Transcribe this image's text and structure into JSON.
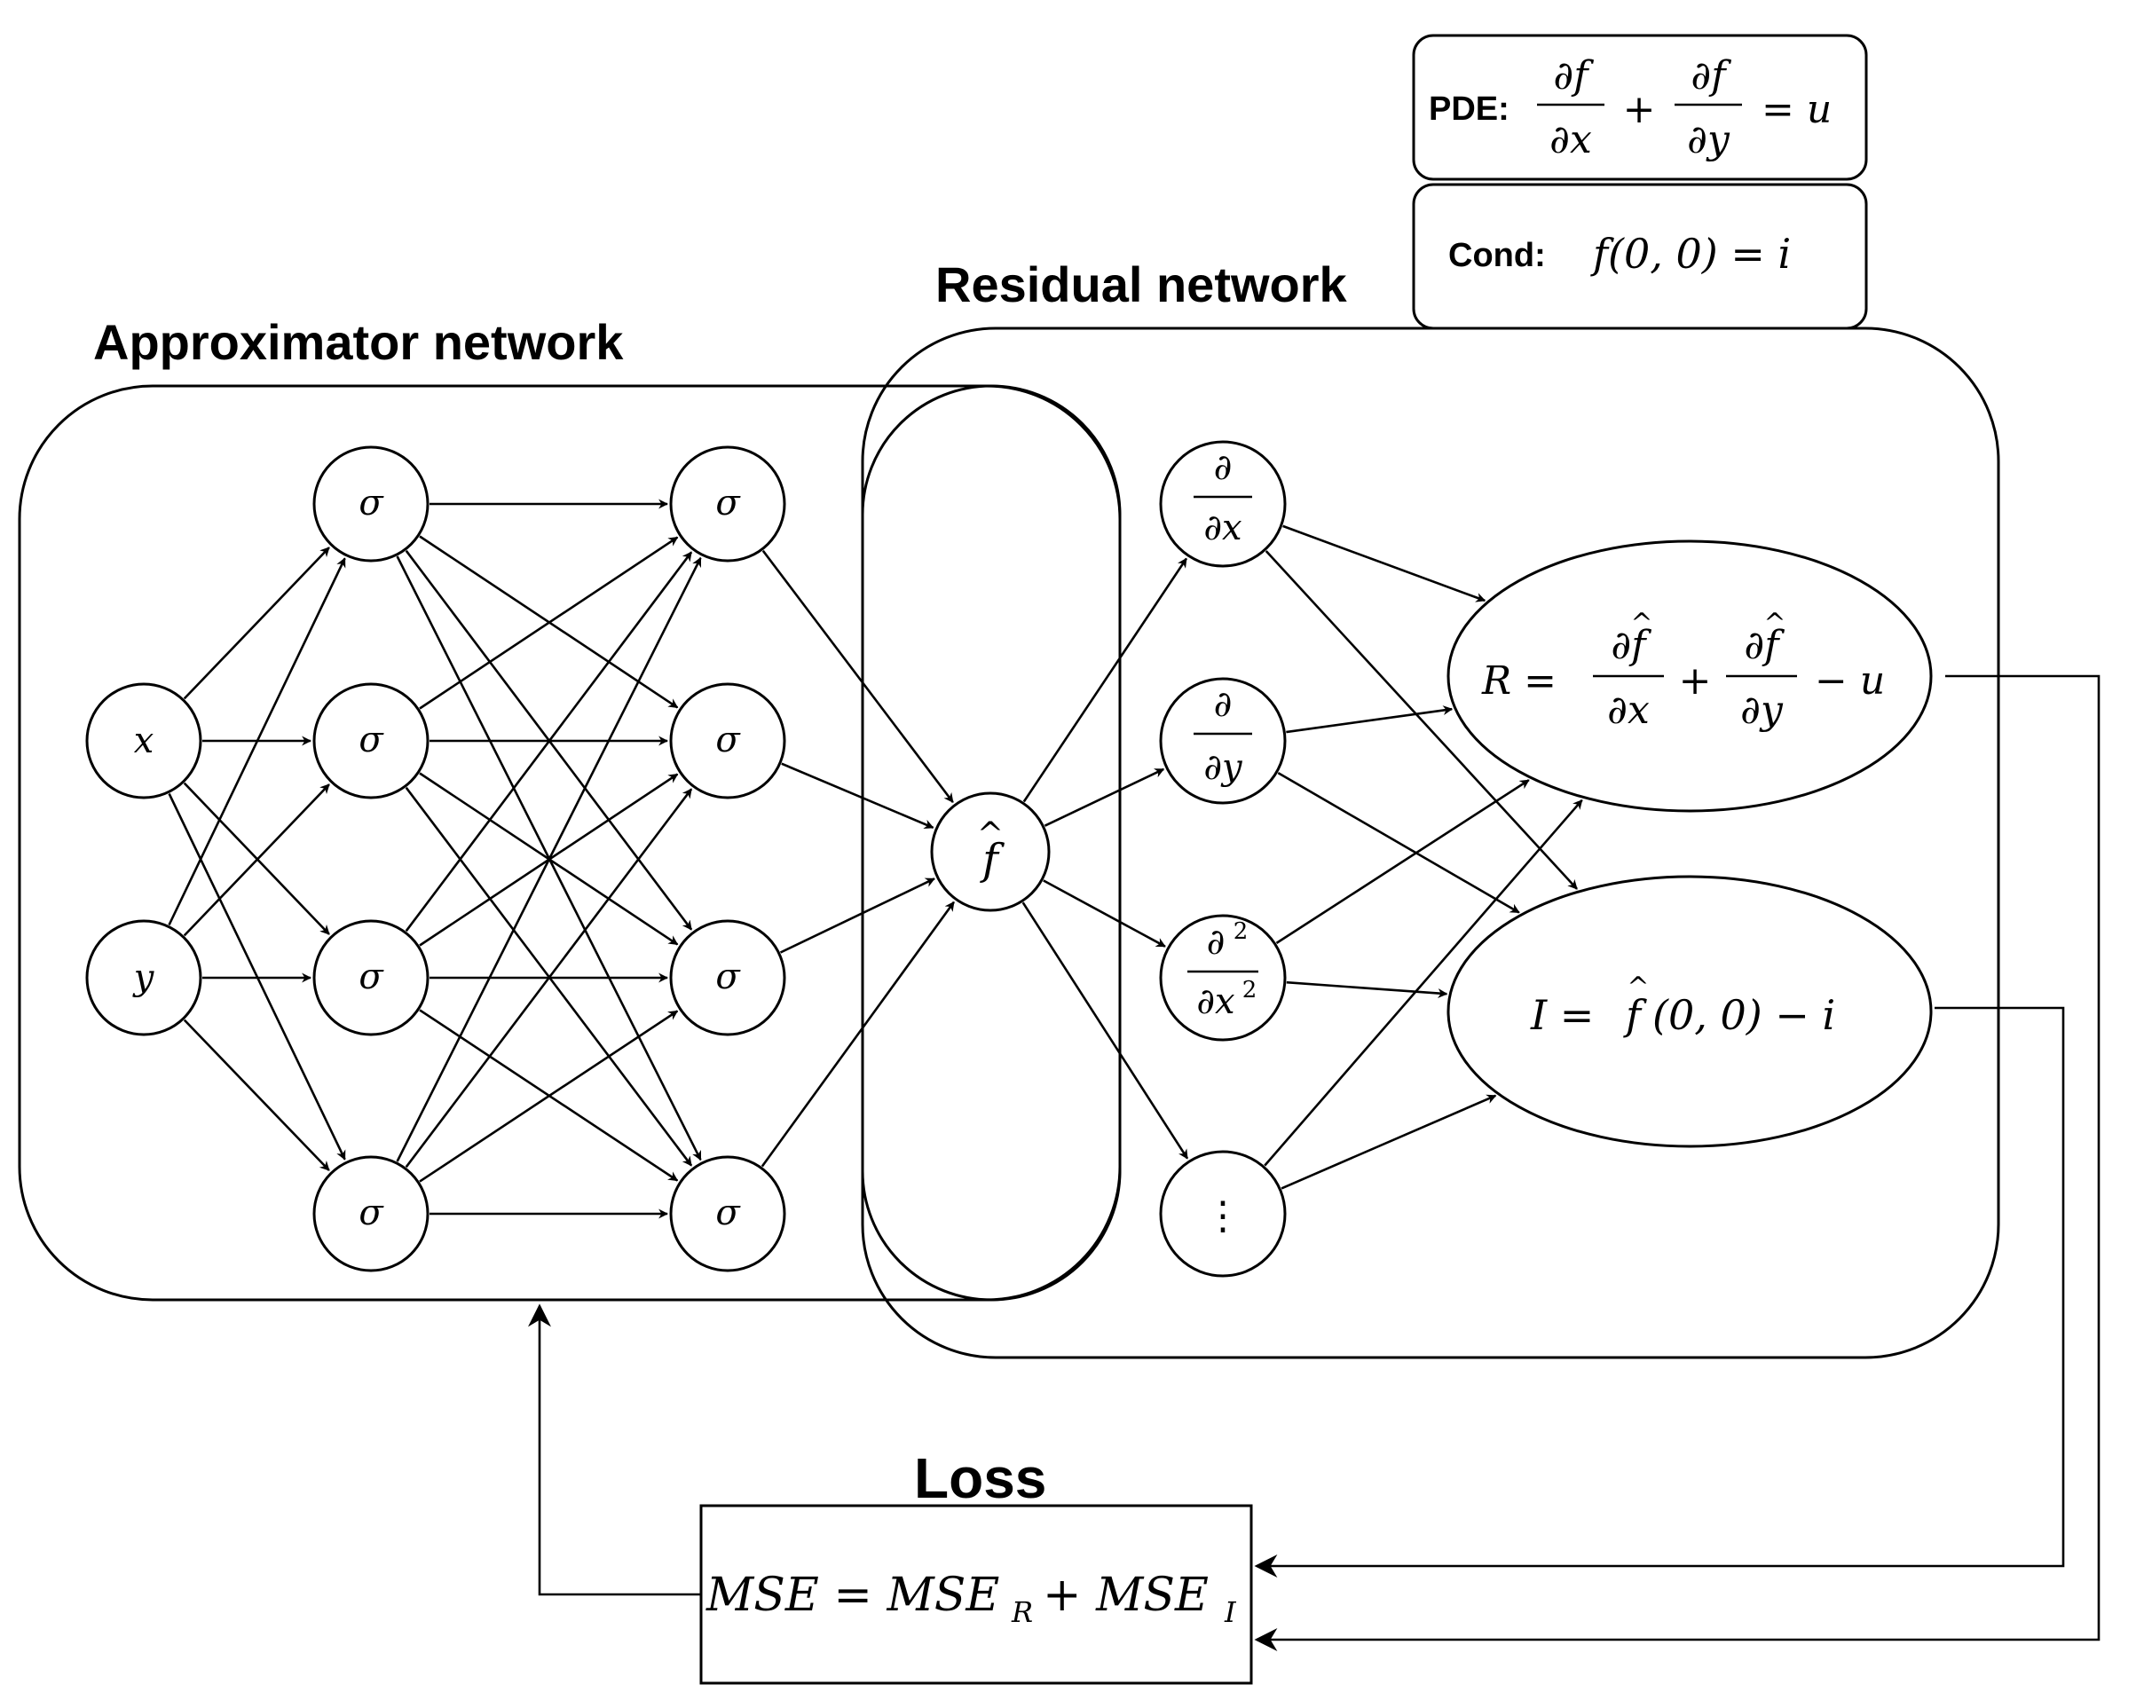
{
  "titles": {
    "approximator": "Approximator network",
    "residual": "Residual network",
    "loss": "Loss"
  },
  "inputs": {
    "x": "x",
    "y": "y"
  },
  "hidden": {
    "activation": "σ"
  },
  "output": {
    "f_base": "f",
    "hat": "^"
  },
  "derivatives": {
    "partial": "∂",
    "dx": "∂x",
    "dy": "∂y",
    "d2_num": "∂",
    "d2_sup": "2",
    "d2_den": "∂x",
    "ellipsis": "⋮"
  },
  "residual_eq": {
    "lhs": "R =",
    "plus": "+",
    "tail": "− u",
    "num": "∂f",
    "den_x": "∂x",
    "den_y": "∂y"
  },
  "condition_eq": {
    "lhs": "I =",
    "rest": "(0, 0) − i"
  },
  "pde_box": {
    "label": "PDE:",
    "num": "∂f",
    "den_x": "∂x",
    "den_y": "∂y",
    "plus": "+",
    "rhs": "= u"
  },
  "cond_box": {
    "label": "Cond:",
    "expr": "f(0, 0) = i"
  },
  "loss_box": {
    "expr": "MSE = MSE",
    "sub_r": "R",
    "plus": "+ MSE",
    "sub_i": "I"
  }
}
